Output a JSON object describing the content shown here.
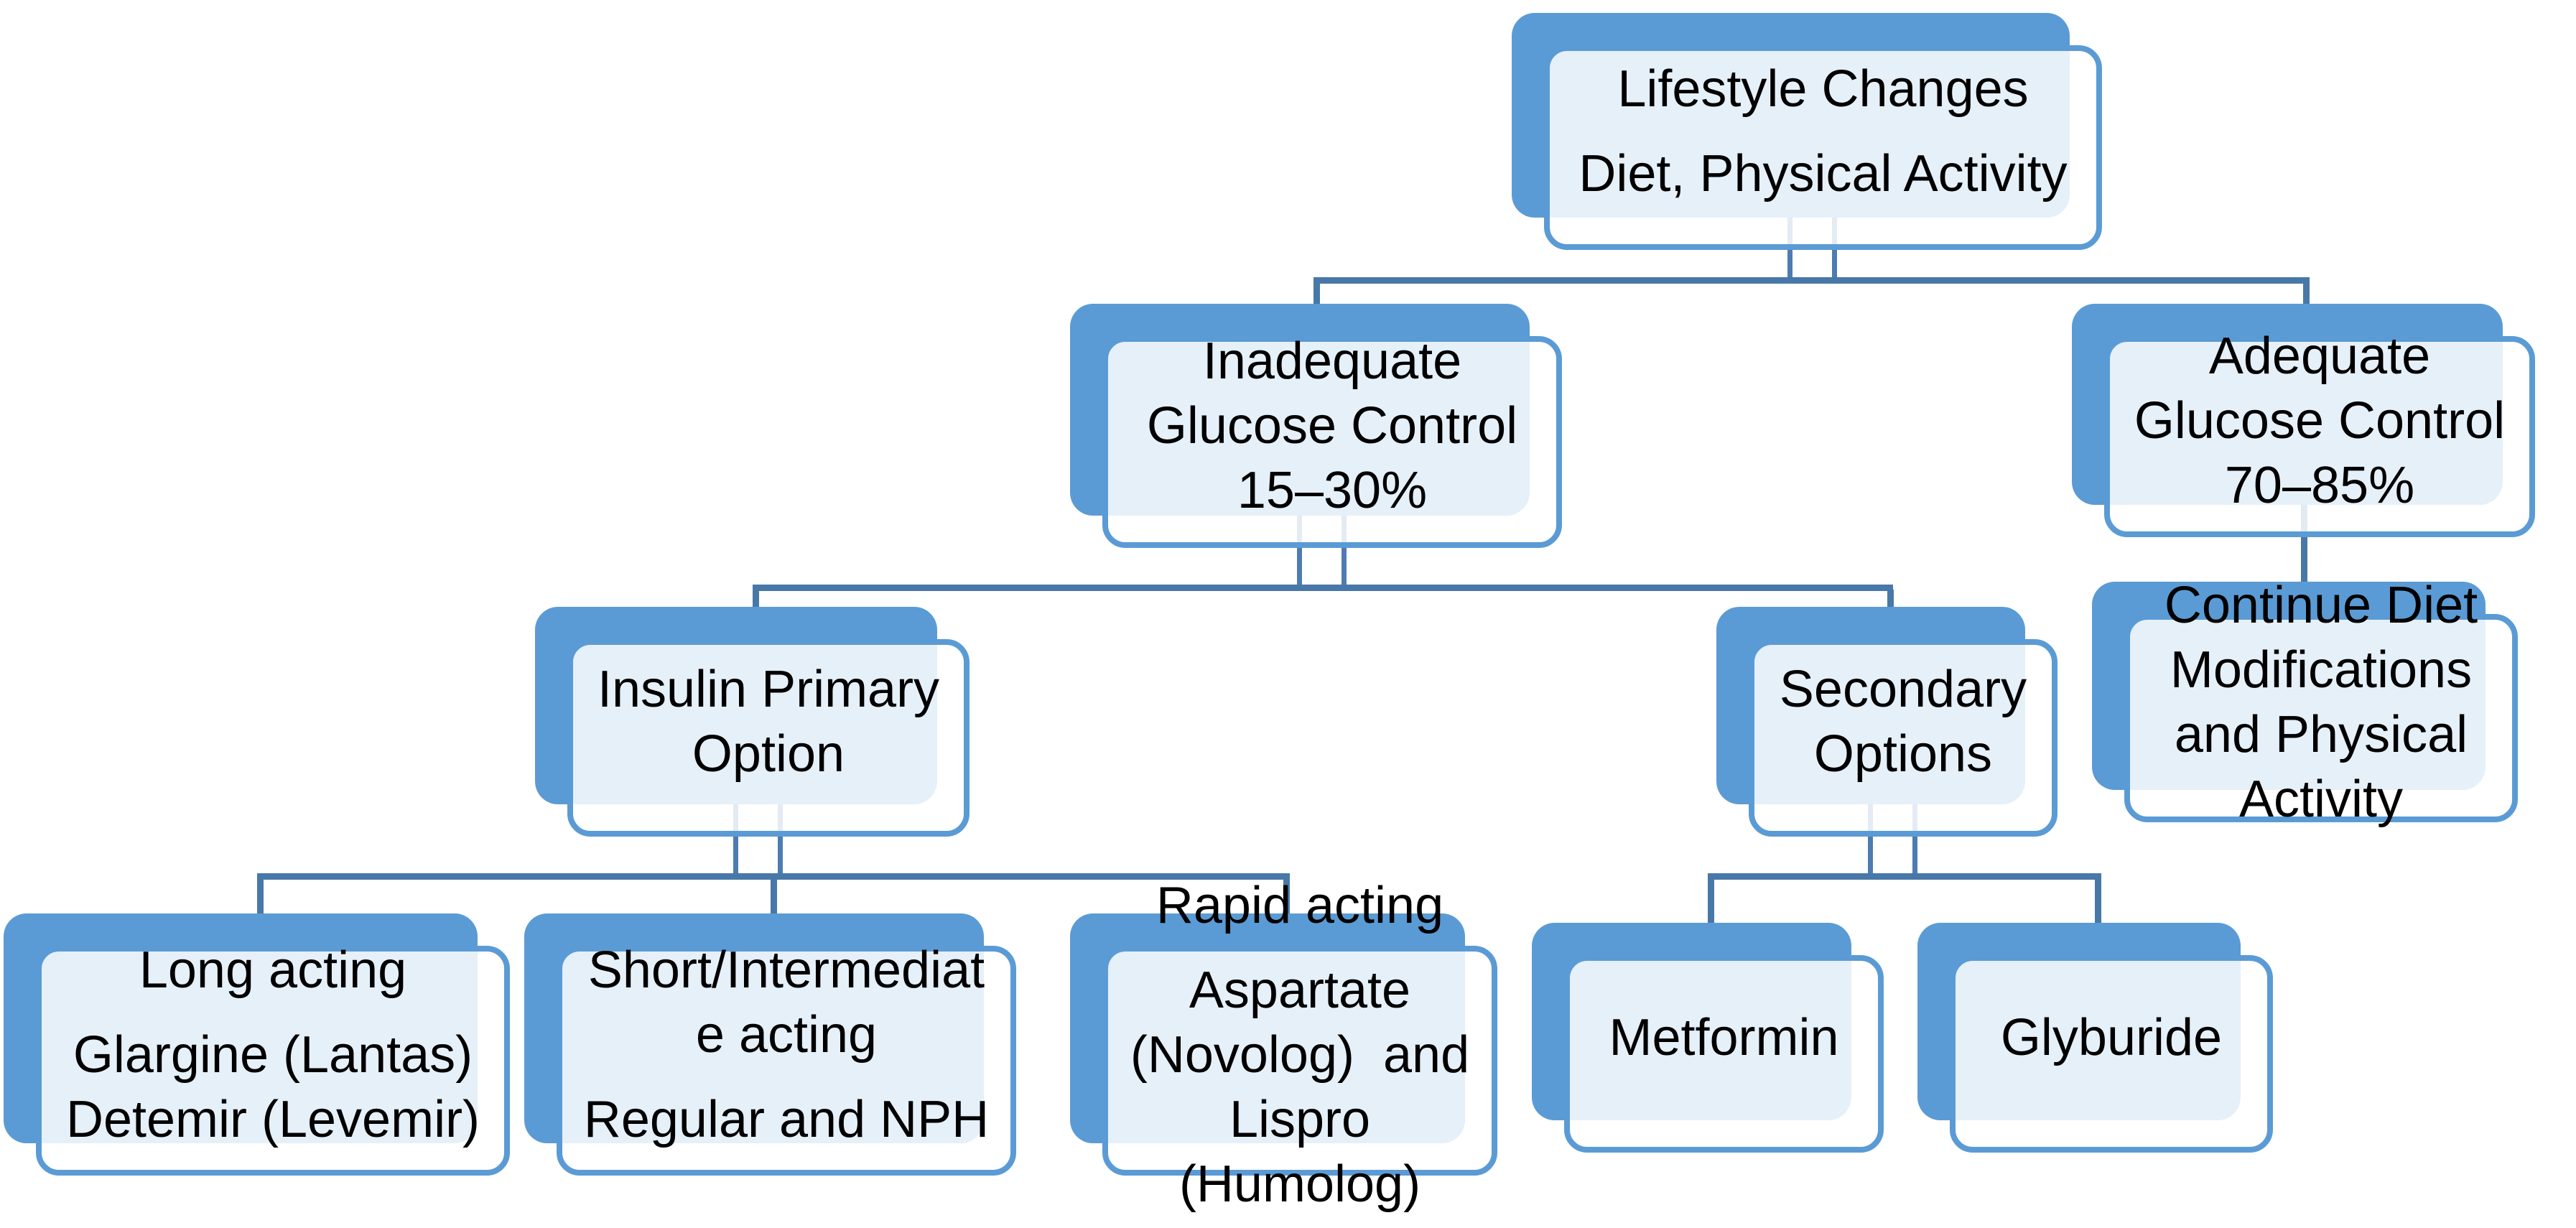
{
  "diagram": {
    "title": "Lifestyle changes hierarchy flowchart",
    "type": "hierarchy-flowchart",
    "nodes": {
      "lifestyle": {
        "lines": [
          "Lifestyle Changes",
          "Diet, Physical Activity"
        ]
      },
      "inadequate": {
        "lines": [
          "Inadequate Glucose Control 15–30%"
        ]
      },
      "adequate": {
        "lines": [
          "Adequate Glucose Control 70–85%"
        ]
      },
      "insulin": {
        "lines": [
          "Insulin Primary Option"
        ]
      },
      "secondary": {
        "lines": [
          "Secondary Options"
        ]
      },
      "continue_diet": {
        "lines": [
          "Continue Diet Modifications and Physical Activity"
        ]
      },
      "long_acting": {
        "lines": [
          "Long acting",
          "Glargine (Lantas) Detemir (Levemir)"
        ]
      },
      "short_acting": {
        "lines": [
          "Short/Intermediate acting",
          "Regular and NPH"
        ]
      },
      "rapid_acting": {
        "lines": [
          "Rapid acting",
          "Aspartate (Novolog)  and Lispro (Humolog)"
        ]
      },
      "metformin": {
        "lines": [
          "Metformin"
        ]
      },
      "glyburide": {
        "lines": [
          "Glyburide"
        ]
      }
    },
    "edges": [
      {
        "from": "lifestyle",
        "to": [
          "inadequate",
          "adequate"
        ]
      },
      {
        "from": "inadequate",
        "to": [
          "insulin",
          "secondary"
        ]
      },
      {
        "from": "adequate",
        "to": [
          "continue_diet"
        ]
      },
      {
        "from": "insulin",
        "to": [
          "long_acting",
          "short_acting",
          "rapid_acting"
        ]
      },
      {
        "from": "secondary",
        "to": [
          "metformin",
          "glyburide"
        ]
      }
    ],
    "colors": {
      "box_blue": "#5b9bd5",
      "box_fill_overlap": "#e9effa",
      "rail_connector": "#4878a8",
      "vertical_connector": "#4d7cb2",
      "text": "#000000",
      "background": "#ffffff"
    }
  }
}
